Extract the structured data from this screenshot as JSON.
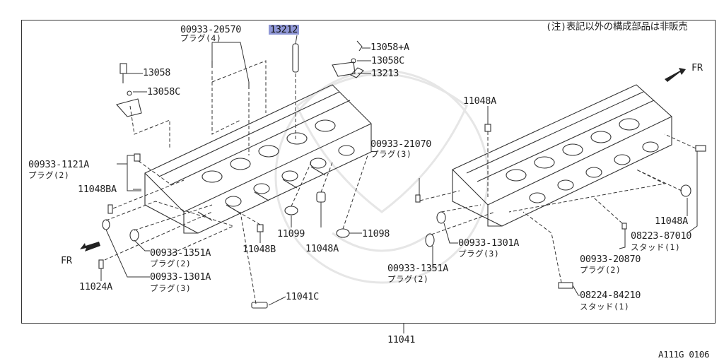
{
  "note": "(注)表記以外の構成部品は非販売",
  "figure_code": "A111G 0106",
  "labels": {
    "p00933_20570": "00933-20570",
    "p00933_20570_sub": "プラグ(4)",
    "p13212": "13212",
    "p13058A": "13058+A",
    "p13058C_r": "13058C",
    "p13213": "13213",
    "p13058": "13058",
    "p13058C_l": "13058C",
    "p11048A_top": "11048A",
    "p00933_1121A": "00933-1121A",
    "p00933_1121A_sub": "プラグ(2)",
    "p11048BA": "11048BA",
    "p00933_21070": "00933-21070",
    "p00933_21070_sub": "プラグ(3)",
    "fr_right": "FR",
    "fr_left": "FR",
    "p11099": "11099",
    "p11048A_mid": "11048A",
    "p11098": "11098",
    "p11048B": "11048B",
    "p00933_1351A_l": "00933-1351A",
    "p00933_1351A_l_sub": "プラグ(2)",
    "p00933_1301A_l": "00933-1301A",
    "p00933_1301A_l_sub": "プラグ(3)",
    "p11024A": "11024A",
    "p11041C": "11041C",
    "p00933_1301A_r": "00933-1301A",
    "p00933_1301A_r_sub": "プラグ(3)",
    "p00933_1351A_r": "00933-1351A",
    "p00933_1351A_r_sub": "プラグ(2)",
    "p11048A_right": "11048A",
    "p08223_87010": "08223-87010",
    "p08223_87010_sub": "スタッド(1)",
    "p00933_20870": "00933-20870",
    "p00933_20870_sub": "プラグ(2)",
    "p08224_84210": "08224-84210",
    "p08224_84210_sub": "スタッド(1)",
    "p11041": "11041"
  }
}
